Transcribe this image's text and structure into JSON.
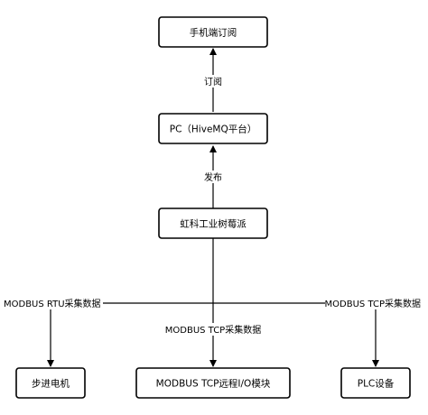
{
  "nodes": {
    "phone": "手机端订阅",
    "pc": "PC（HiveMQ平台）",
    "pi": "虹科工业树莓派",
    "stepper": "步进电机",
    "tcp_module": "MODBUS TCP远程I/O模块",
    "plc": "PLC设备"
  },
  "edges": {
    "subscribe": "订阅",
    "publish": "发布",
    "rtu": "MODBUS RTU采集数据",
    "tcp_middle": "MODBUS TCP采集数据",
    "tcp_right": "MODBUS TCP采集数据"
  }
}
